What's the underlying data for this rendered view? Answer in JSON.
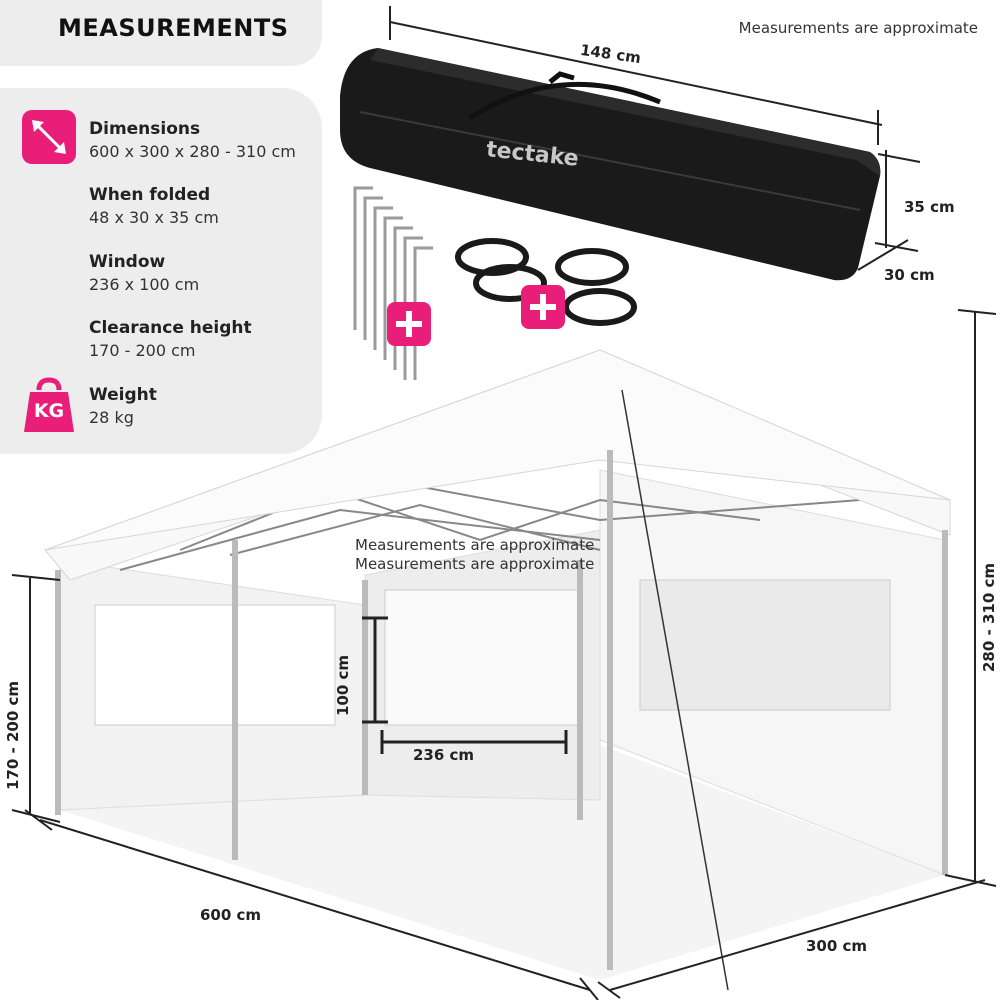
{
  "header": {
    "title": "MEASUREMENTS",
    "note": "Measurements are approximate"
  },
  "specs": [
    {
      "icon": "diagonal-arrow-icon",
      "label": "Dimensions",
      "value": "600 x 300 x 280 - 310 cm"
    },
    {
      "icon": "",
      "label": "When folded",
      "value": "48 x 30 x 35 cm"
    },
    {
      "icon": "",
      "label": "Window",
      "value": "236 x 100 cm"
    },
    {
      "icon": "",
      "label": "Clearance height",
      "value": "170 - 200 cm"
    },
    {
      "icon": "weight-kg-icon",
      "label": "Weight",
      "value": "28 kg"
    }
  ],
  "icons": {
    "kg_text": "KG"
  },
  "bag": {
    "brand": "tectake",
    "length": "148 cm",
    "height": "35 cm",
    "depth": "30 cm"
  },
  "tent": {
    "height": "280 - 310 cm",
    "clearance": "170 - 200 cm",
    "window_height": "100 cm",
    "window_width": "236 cm",
    "length": "600 cm",
    "width": "300 cm"
  },
  "overlay": {
    "line1": "Measurements are approximate",
    "line2": "Measurements are approximate"
  },
  "colors": {
    "accent": "#e91e78",
    "panel": "#ededed",
    "bag": "#1a1a1a"
  }
}
